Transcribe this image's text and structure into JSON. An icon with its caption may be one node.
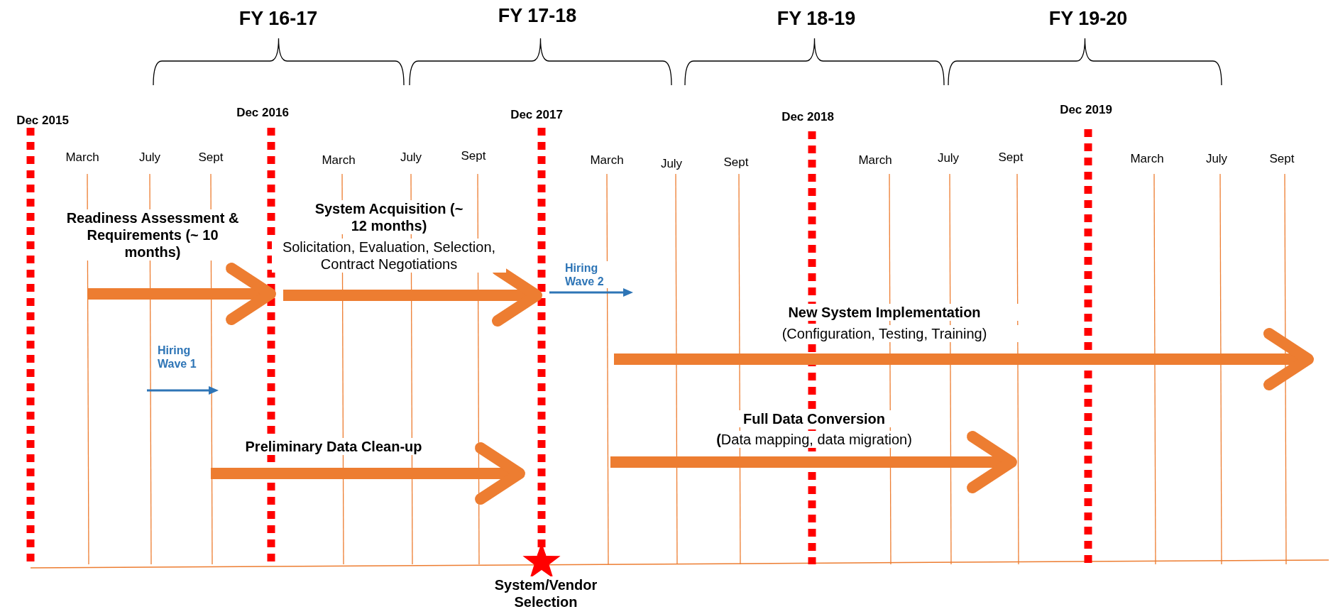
{
  "diagram": {
    "labels": [
      "FY 16-17",
      "FY 17-18",
      "FY 18-19",
      "FY 19-20",
      "Dec 2015",
      "Dec 2016",
      "Dec 2017",
      "Dec 2018",
      "Dec 2019",
      "March",
      "July",
      "Sept",
      "March",
      "July",
      "Sept",
      "March",
      "July",
      "Sept",
      "March",
      "July",
      "Sept",
      "March",
      "July",
      "Sept",
      "Readiness Assessment & Requirements (~ 10 months)",
      "System Acquisition (~ 12 months)",
      "Solicitation, Evaluation, Selection, Contract Negotiations",
      "Hiring Wave 2",
      "New System Implementation",
      "(Configuration, Testing, Training)",
      "Hiring Wave 1",
      "Full Data Conversion",
      "**(**Data mapping, data migration)",
      "Preliminary Data Clean-up",
      "System/Vendor Selection"
    ]
  }
}
